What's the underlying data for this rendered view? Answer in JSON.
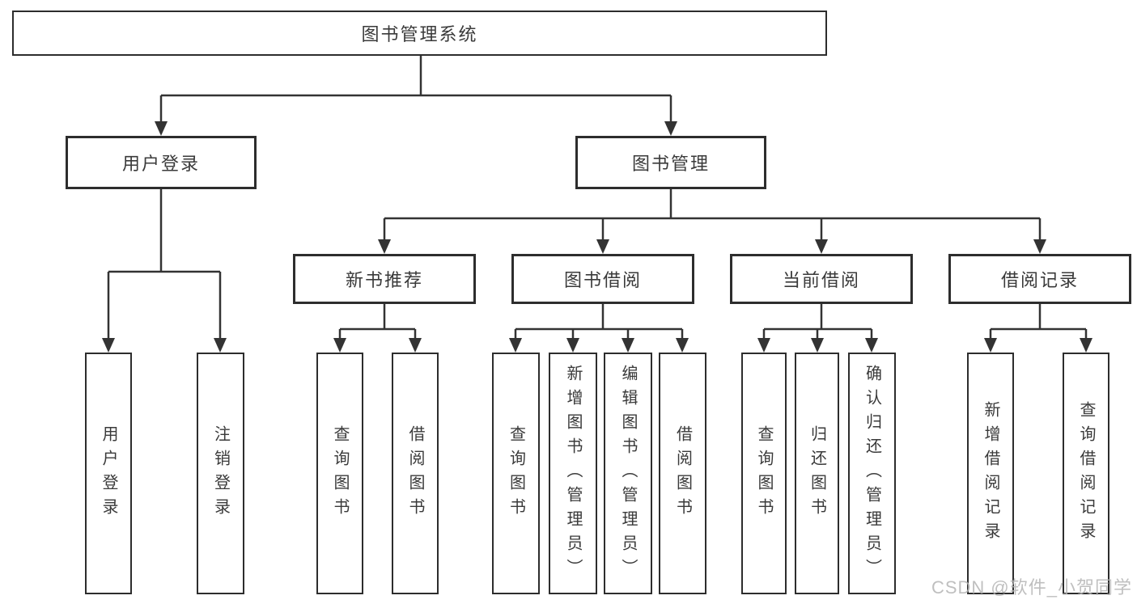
{
  "tree": {
    "label": "图书管理系统",
    "children": [
      {
        "label": "用户登录",
        "children": [
          {
            "label": "用户登录"
          },
          {
            "label": "注销登录"
          }
        ]
      },
      {
        "label": "图书管理",
        "children": [
          {
            "label": "新书推荐",
            "children": [
              {
                "label": "查询图书"
              },
              {
                "label": "借阅图书"
              }
            ]
          },
          {
            "label": "图书借阅",
            "children": [
              {
                "label": "查询图书"
              },
              {
                "label": "新增图书（管理员）"
              },
              {
                "label": "编辑图书（管理员）"
              },
              {
                "label": "借阅图书"
              }
            ]
          },
          {
            "label": "当前借阅",
            "children": [
              {
                "label": "查询图书"
              },
              {
                "label": "归还图书"
              },
              {
                "label": "确认归还（管理员）"
              }
            ]
          },
          {
            "label": "借阅记录",
            "children": [
              {
                "label": "新增借阅记录"
              },
              {
                "label": "查询借阅记录"
              }
            ]
          }
        ]
      }
    ]
  },
  "watermark": {
    "text": "CSDN @软件_小贺同学"
  },
  "colors": {
    "line": "#333333",
    "box_border": "#2d2d2d",
    "text": "#3a3a3a",
    "watermark_text": "#b5b5b5",
    "background": "#ffffff"
  }
}
